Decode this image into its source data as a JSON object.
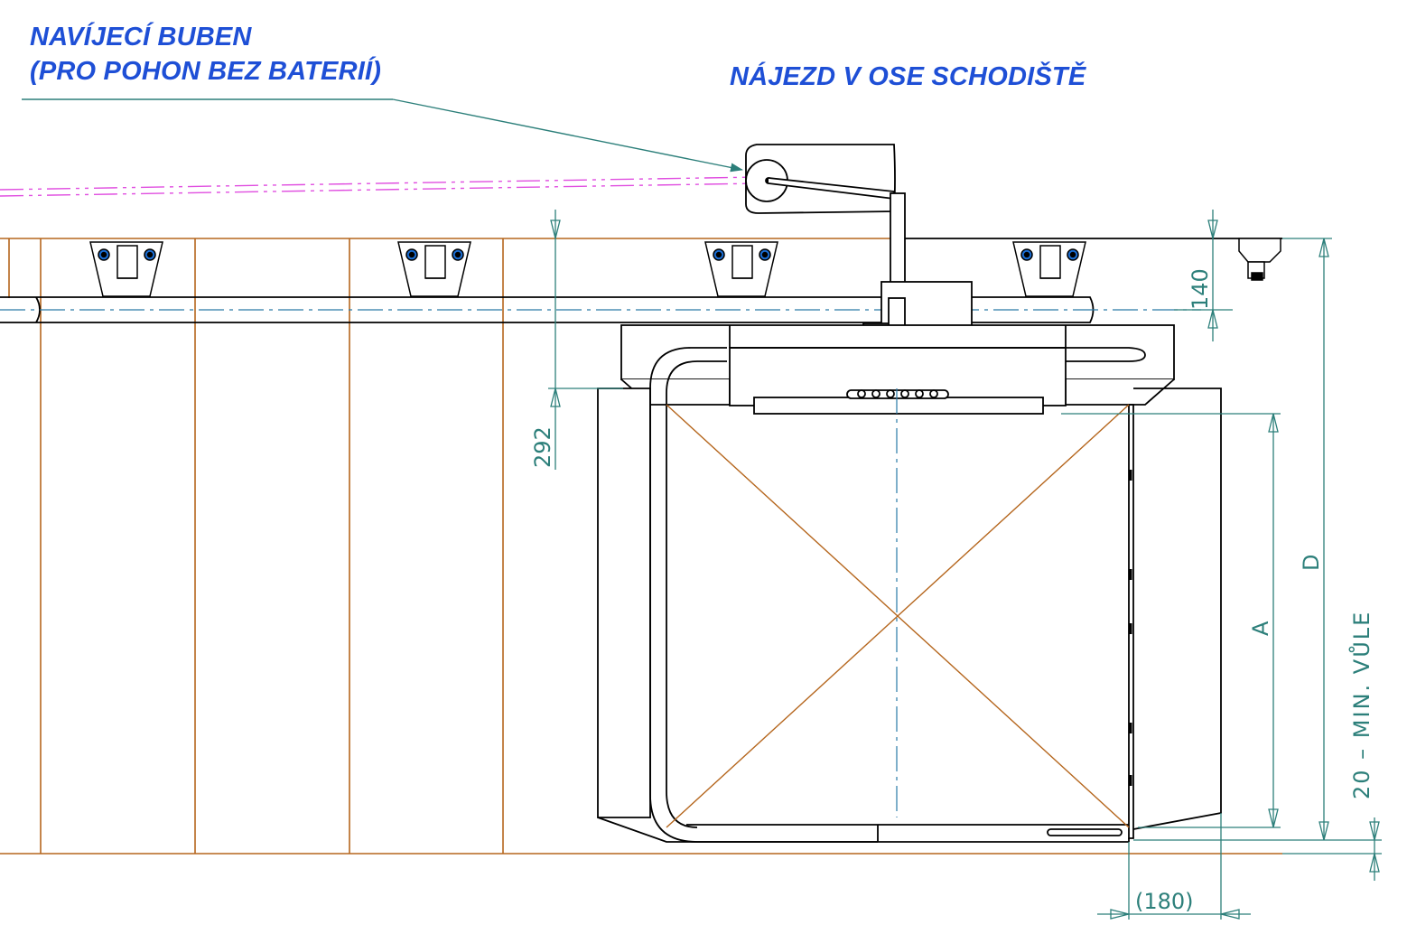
{
  "notes": {
    "winding_drum_line1": "NAVÍJECÍ BUBEN",
    "winding_drum_line2": "(PRO POHON BEZ BATERIÍ)",
    "approach": "NÁJEZD V OSE SCHODIŠTĚ"
  },
  "dimensions": {
    "rail_offset": "140",
    "platform_offset": "292",
    "a": "A",
    "d": "D",
    "clearance": "20 – MIN. VŮLE",
    "side": "(180)"
  },
  "colors": {
    "outline": "#000000",
    "stairs": "#b5661d",
    "dimension": "#2c7f7a",
    "annotation": "#1e4fd6",
    "cable": "#e04ee0",
    "centerline": "#2a7aa8"
  },
  "icons": {
    "arrow": "leader-arrow-icon",
    "mount": "rail-bracket-icon"
  }
}
